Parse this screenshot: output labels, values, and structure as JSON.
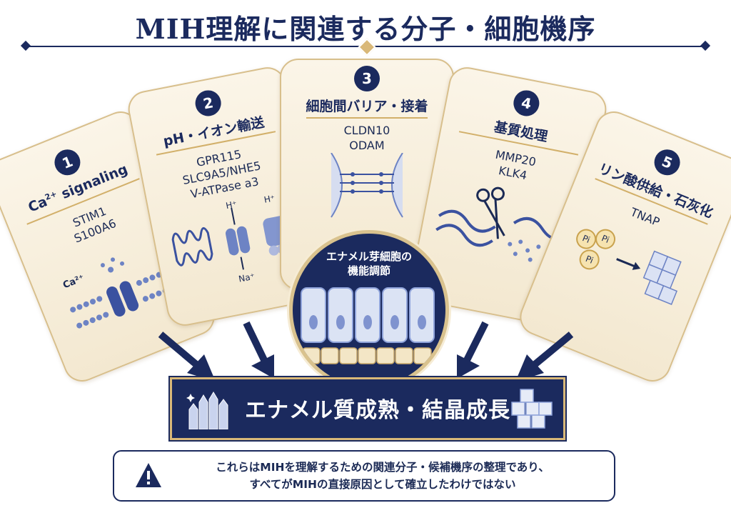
{
  "title": "MIH理解に関連する分子・細胞機序",
  "cards": [
    {
      "num": "1",
      "title_main": "Ca",
      "title_sup": "2+",
      "title_rest": " signaling",
      "genes": [
        "STIM1",
        "S100A6"
      ],
      "icon_labels": [
        "Ca²⁺"
      ]
    },
    {
      "num": "2",
      "title": "pH・イオン輸送",
      "genes": [
        "GPR115",
        "SLC9A5/NHE5",
        "V-ATPase a3"
      ],
      "icon_labels": [
        "H⁺",
        "Na⁺",
        "H⁺"
      ]
    },
    {
      "num": "3",
      "title": "細胞間バリア・接着",
      "genes": [
        "CLDN10",
        "ODAM"
      ]
    },
    {
      "num": "4",
      "title": "基質処理",
      "genes": [
        "MMP20",
        "KLK4"
      ]
    },
    {
      "num": "5",
      "title": "リン酸供給・石灰化",
      "genes": [
        "TNAP"
      ],
      "icon_labels": [
        "Pi",
        "Pi",
        "Pi"
      ]
    }
  ],
  "center": {
    "line1": "エナメル芽細胞の",
    "line2": "機能調節"
  },
  "banner": {
    "text": "エナメル質成熟・結晶成長"
  },
  "note": {
    "line1": "これらはMIHを理解するための関連分子・候補機序の整理であり、",
    "line2": "すべてがMIHの直接原因として確立したわけではない"
  },
  "colors": {
    "navy": "#1b2a5e",
    "gold": "#d9b878",
    "cream": "#f6ecd5",
    "blue": "#6d83c4"
  }
}
